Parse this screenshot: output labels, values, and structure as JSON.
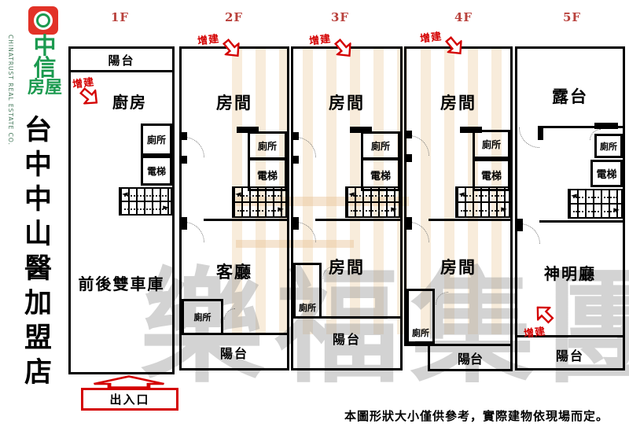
{
  "brand": {
    "chars": [
      "中",
      "信",
      "房屋"
    ],
    "company_en": "CHINATRUST REAL ESTATE CO.",
    "store_title": "台中中山醫加盟店"
  },
  "floors": {
    "f1": {
      "label": "1F",
      "balcony_top": "陽台",
      "kitchen": "廚房",
      "toilet": "廁所",
      "elevator": "電梯",
      "garage": "前後雙車庫"
    },
    "f2": {
      "label": "2F",
      "room": "房間",
      "toilet": "廁所",
      "elevator": "電梯",
      "living": "客廳",
      "toilet2": "廁所",
      "balcony": "陽台"
    },
    "f3": {
      "label": "3F",
      "room": "房間",
      "toilet": "廁所",
      "elevator": "電梯",
      "room2": "房間",
      "toilet2": "廁所",
      "balcony": "陽台"
    },
    "f4": {
      "label": "4F",
      "room": "房間",
      "toilet": "廁所",
      "elevator": "電梯",
      "room2": "房間",
      "toilet2": "廁所",
      "balcony": "陽台"
    },
    "f5": {
      "label": "5F",
      "terrace": "露台",
      "toilet": "廁所",
      "elevator": "電梯",
      "shrine": "神明廳",
      "balcony": "陽台"
    }
  },
  "annotations": {
    "addition": "增建",
    "entrance": "出入口"
  },
  "caption": {
    "text": "本圖形狀大小僅供參考，實際建物依現場而定。"
  },
  "watermark": {
    "text": "樂福集團"
  },
  "colors": {
    "plan_line": "#000000",
    "annotation_red": "#d40000",
    "floor_label_red": "#b9413c",
    "logo_green": "#1b9a4f",
    "logo_badge_red": "#e23227",
    "watermark_gray": "#969696",
    "watermark_cream": "#f2ddbd"
  }
}
